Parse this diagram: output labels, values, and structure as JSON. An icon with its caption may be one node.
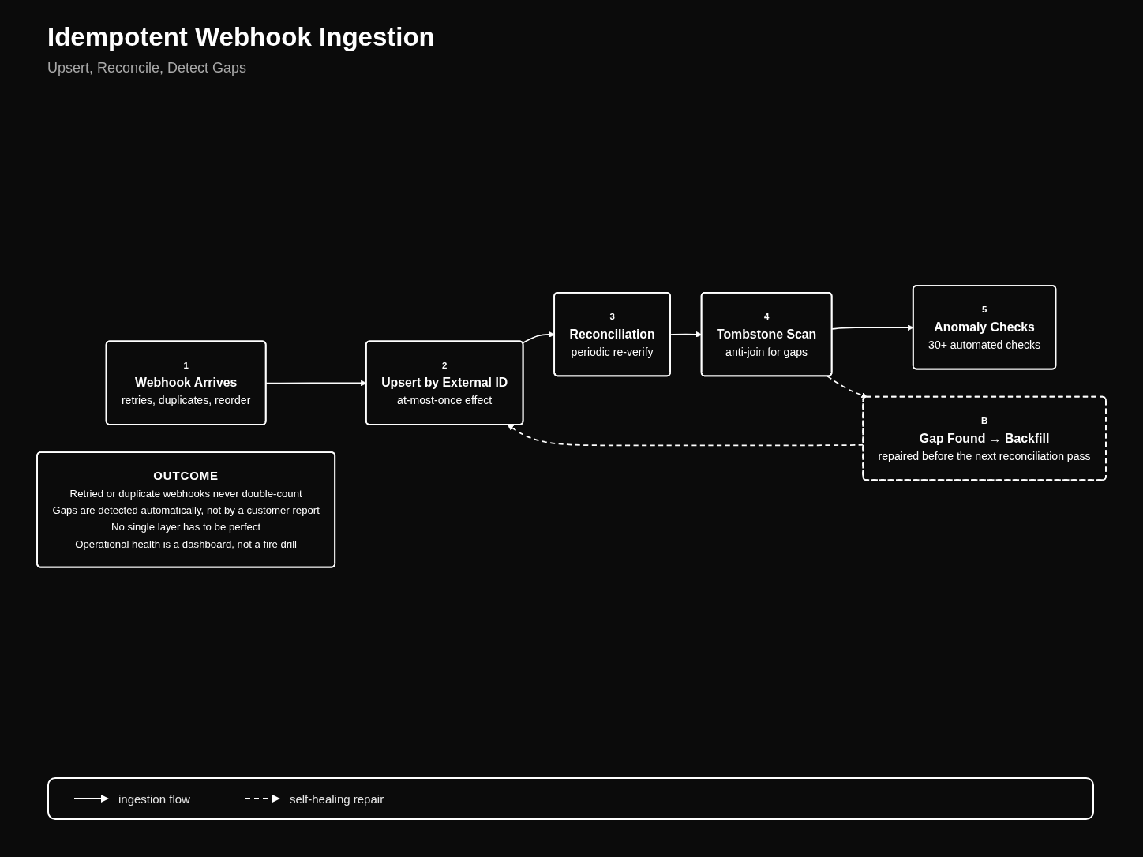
{
  "diagram": {
    "title": "Idempotent Webhook Ingestion",
    "nodes": [
      {
        "text": [
          "1",
          "Webhook Arrives",
          "retries, duplicates, reorder"
        ]
      },
      {
        "text": [
          "2",
          "Upsert by External ID",
          "at-most-once effect"
        ]
      },
      {
        "text": [
          "3",
          "Reconciliation",
          "periodic re-verify"
        ]
      },
      {
        "text": [
          "4",
          "Tombstone Scan",
          "anti-join for gaps"
        ]
      },
      {
        "text": [
          "5",
          "Anomaly Checks",
          "30+ automated checks"
        ]
      },
      {
        "text": [
          "B",
          "Gap Found → Backfill",
          "repaired before the next reconciliation pass"
        ]
      },
      {
        "text": [
          "OUTCOME",
          "Retried or duplicate webhooks never double-count",
          "Gaps are detected automatically, not by a customer report",
          "No single layer has to be perfect",
          "Operational health is a dashboard, not a fire drill"
        ]
      }
    ],
    "edges": [
      {
        "from": 0,
        "to": 1,
        "arrow": "to"
      },
      {
        "from": 1,
        "to": 2,
        "arrow": "to"
      },
      {
        "from": 2,
        "to": 3,
        "arrow": "to"
      },
      {
        "from": 3,
        "to": 4,
        "arrow": "to"
      },
      {
        "from": 3,
        "to": 5,
        "arrow": "to",
        "style": "dashed"
      },
      {
        "from": 5,
        "to": 1,
        "arrow": "to",
        "style": "dashed"
      }
    ],
    "labels": [
      "Upsert, Reconcile, Detect Gaps"
    ],
    "legend": [
      {
        "text": "ingestion flow"
      },
      {
        "text": "self-healing repair"
      }
    ]
  }
}
